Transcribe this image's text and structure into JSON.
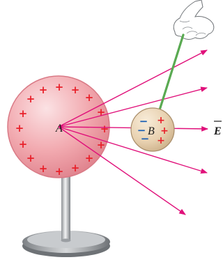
{
  "labels": {
    "sphere_a": "A",
    "sphere_b": "B",
    "field": "E"
  },
  "charges": {
    "positive_symbol": "+",
    "negative_symbol": "−"
  },
  "colors": {
    "field_lines": "#e0107a",
    "sphere_a_fill": "#f2aab0",
    "sphere_a_edge": "#d97a86",
    "plus_sign": "#e8202a",
    "minus_sign": "#1a5fb4",
    "sphere_b_fill": "#e8d1b0",
    "rod": "#5aaa52",
    "stand": "#b8bcc0"
  }
}
